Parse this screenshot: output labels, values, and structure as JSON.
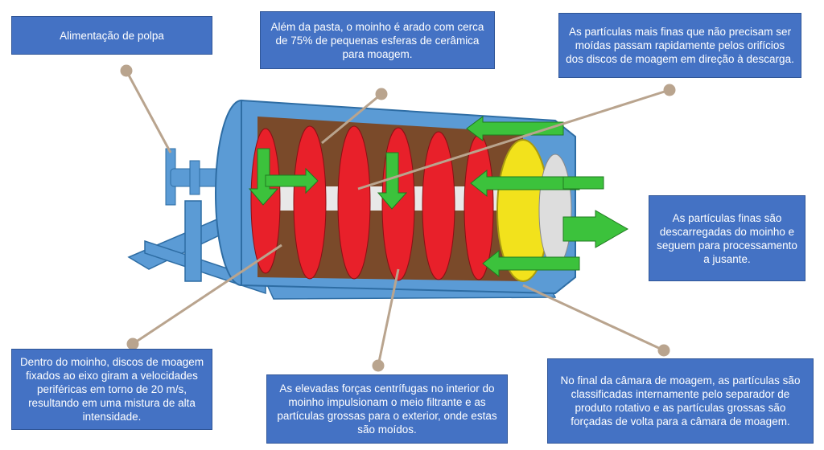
{
  "callouts": {
    "feed": "Alimentação de polpa",
    "beads": "Além da pasta, o moinho é arado com cerca de 75% de pequenas esferas de cerâmica para moagem.",
    "finest": "As partículas mais finas que não precisam ser moídas passam rapidamente pelos orifícios dos discos de moagem em direção à descarga.",
    "discharge": "As partículas finas são descarregadas do moinho e seguem para processamento a jusante.",
    "discs": "Dentro do moinho, discos de moagem fixados ao eixo giram a velocidades periféricas em torno de 20 m/s, resultando em uma mistura de alta intensidade.",
    "centrifugal": "As elevadas forças centrífugas no interior do moinho impulsionam o meio filtrante e as partículas grossas para o exterior, onde estas são moídos.",
    "separator": "No final da câmara de moagem, as partículas são classificadas internamente pelo separador de produto rotativo e as partículas grossas são forçadas de volta para a câmara de moagem."
  },
  "colors": {
    "box": "#4472c4",
    "leader": "#b9a48e",
    "frame": "#5b9bd5",
    "disc": "#e8202a",
    "chamber": "#7a4a2a",
    "separator": "#f2e21c",
    "arrow": "#3cc23c"
  }
}
